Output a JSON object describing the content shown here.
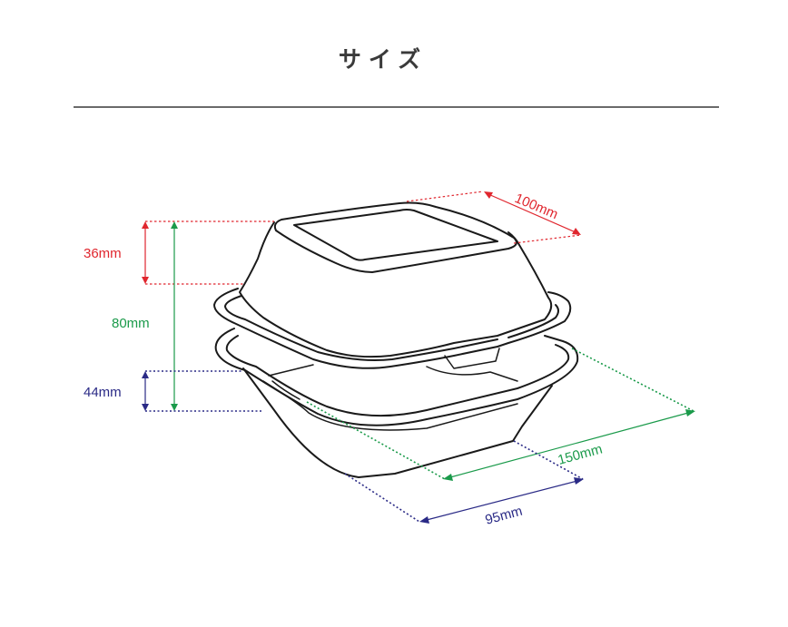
{
  "title": "サイズ",
  "dimensions": {
    "lid_height": "36mm",
    "total_height": "80mm",
    "base_height": "44mm",
    "lid_width": "100mm",
    "length": "150mm",
    "base_width": "95mm"
  },
  "colors": {
    "red": "#e0262e",
    "green": "#1a9a4a",
    "navy": "#2a2a86",
    "outline": "#1a1a1a",
    "divider": "#6a6a6a"
  }
}
